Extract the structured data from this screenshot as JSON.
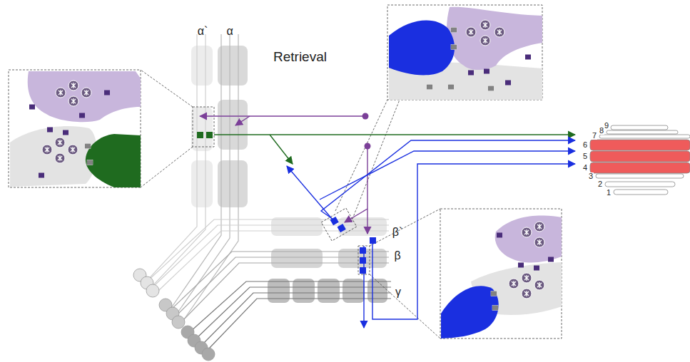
{
  "diagram": {
    "title": "Retrieval",
    "labels": [
      "α`",
      "α",
      "β`",
      "β",
      "γ",
      "9",
      "8",
      "7",
      "6",
      "5",
      "4",
      "3",
      "2",
      "1"
    ]
  }
}
